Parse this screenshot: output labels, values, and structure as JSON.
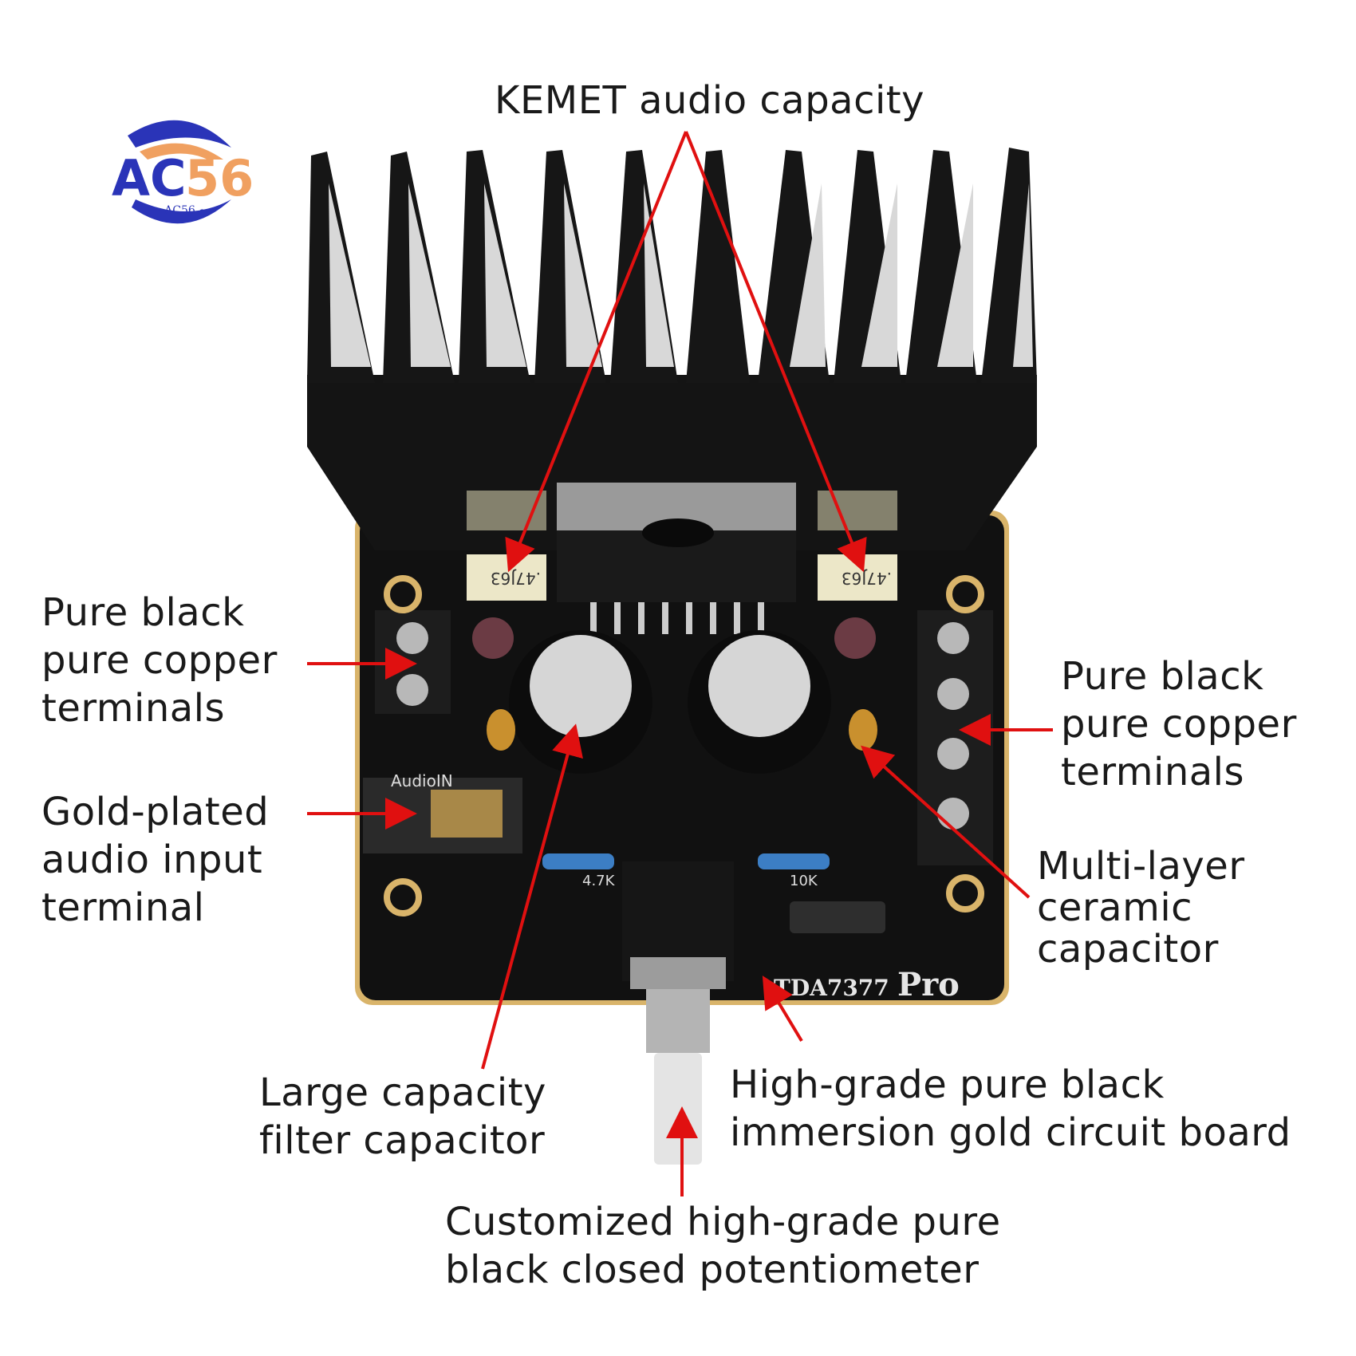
{
  "logo": {
    "main": "AC56",
    "sub": "~ AC56 ~",
    "colors": {
      "blue": "#2a34b8",
      "orange": "#f0a060"
    }
  },
  "board": {
    "model_text": "TDA7377",
    "model_suffix": "Pro",
    "audio_in_text": "AudioIN",
    "cap_code_left": ".47J63",
    "cap_code_right": ".47J63",
    "r_left_value": "4.7K",
    "r_right_value": "10K"
  },
  "callouts": {
    "kemet": "KEMET audio capacity",
    "left_terminals": [
      "Pure black",
      "pure copper",
      "terminals"
    ],
    "right_terminals": [
      "Pure black",
      "pure copper",
      "terminals"
    ],
    "audio_input": [
      "Gold-plated",
      "audio input",
      "terminal"
    ],
    "mlcc": [
      "Multi-layer",
      "ceramic",
      "capacitor"
    ],
    "filter_cap": [
      "Large capacity",
      "filter capacitor"
    ],
    "pcb": [
      "High-grade pure black",
      "immersion gold circuit board"
    ],
    "potentiometer": [
      "Customized high-grade pure",
      "black closed potentiometer"
    ]
  },
  "colors": {
    "arrow": "#e01010",
    "pcb": "#111111",
    "gold": "#d9b46a"
  }
}
